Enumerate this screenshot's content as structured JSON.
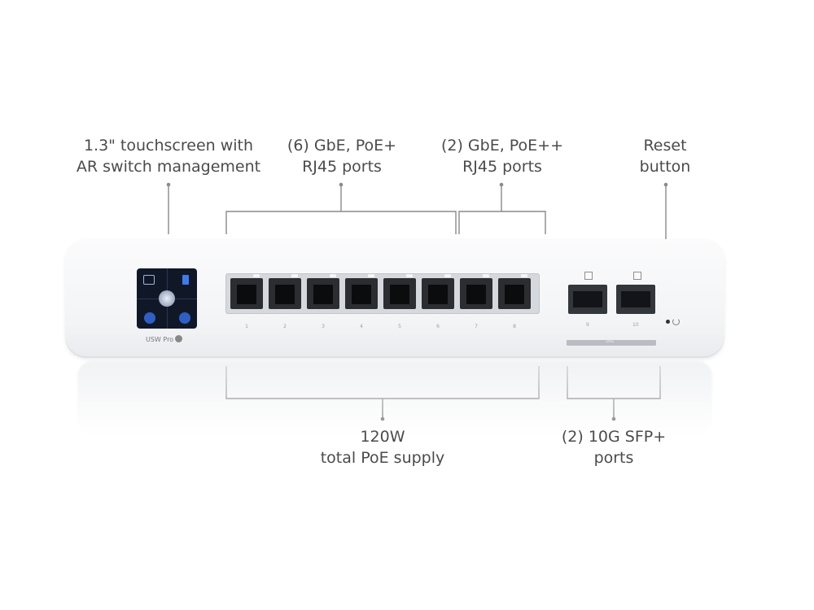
{
  "callouts": {
    "touchscreen": [
      "1.3\" touchscreen with",
      "AR switch management"
    ],
    "gbe_poe_plus": [
      "(6) GbE, PoE+",
      "RJ45 ports"
    ],
    "gbe_poe_plus_plus": [
      "(2) GbE, PoE++",
      "RJ45 ports"
    ],
    "reset": [
      "Reset",
      "button"
    ],
    "poe_supply": [
      "120W",
      "total PoE supply"
    ],
    "sfp": [
      "(2) 10G SFP+",
      "ports"
    ]
  },
  "device": {
    "model_label": "USW Pro",
    "rj45_port_labels": [
      "1",
      "2",
      "3",
      "4",
      "5",
      "6",
      "7",
      "8"
    ],
    "sfp_port_labels": [
      "9",
      "10"
    ],
    "sfp_bar_label": "10G",
    "colors": {
      "chassis": "#f3f4f6",
      "screen": "#101828",
      "port_bank": "#d5d8dc",
      "callout_text": "#4b4b4b",
      "callout_line": "#8a8a8a"
    }
  }
}
